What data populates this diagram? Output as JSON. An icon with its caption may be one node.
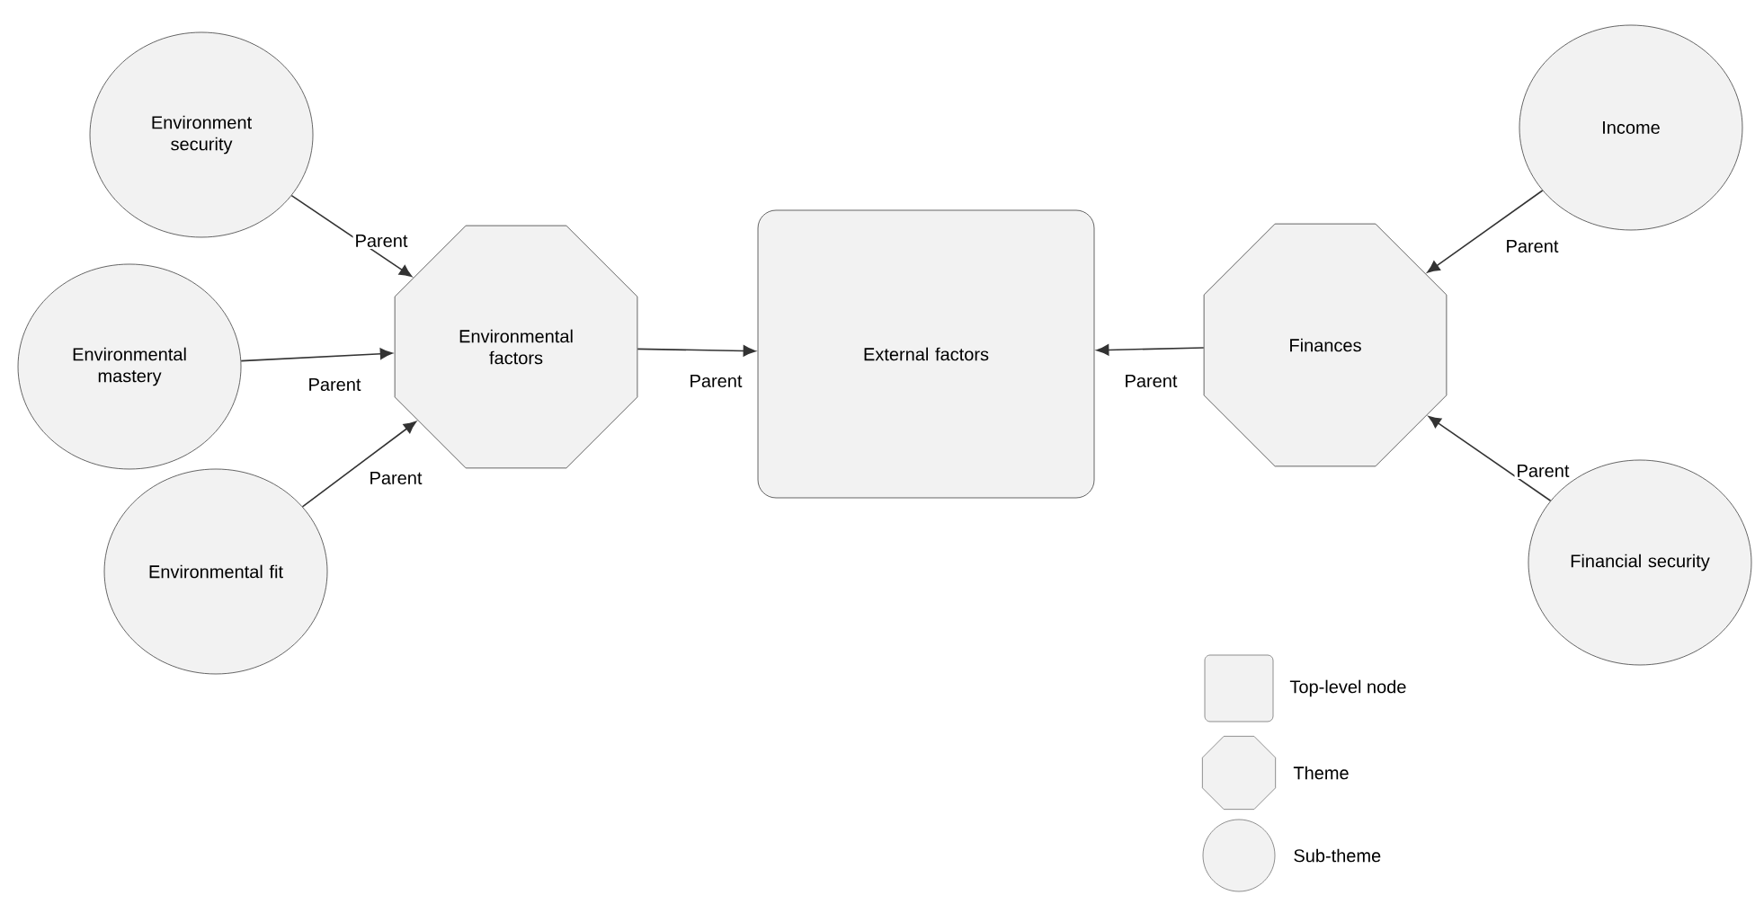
{
  "diagram": {
    "nodes": [
      {
        "text": [
          "Environment security"
        ]
      },
      {
        "text": [
          "Environmental mastery"
        ]
      },
      {
        "text": [
          "Environmental fit"
        ]
      },
      {
        "text": [
          "Environmental factors"
        ]
      },
      {
        "text": [
          "External factors"
        ]
      },
      {
        "text": [
          "Finances"
        ]
      },
      {
        "text": [
          "Income"
        ]
      },
      {
        "text": [
          "Financial security"
        ]
      }
    ],
    "edges": [
      {
        "from": 0,
        "to": 3,
        "arrow": "to",
        "label": "Parent"
      },
      {
        "from": 1,
        "to": 3,
        "arrow": "to",
        "label": "Parent"
      },
      {
        "from": 2,
        "to": 3,
        "arrow": "to",
        "label": "Parent"
      },
      {
        "from": 3,
        "to": 4,
        "arrow": "to",
        "label": "Parent"
      },
      {
        "from": 6,
        "to": 5,
        "arrow": "to",
        "label": "Parent"
      },
      {
        "from": 7,
        "to": 5,
        "arrow": "to",
        "label": "Parent"
      },
      {
        "from": 5,
        "to": 4,
        "arrow": "to",
        "label": "Parent"
      }
    ],
    "legend": [
      {
        "text": "Top-level node"
      },
      {
        "text": "Theme"
      },
      {
        "text": "Sub-theme"
      }
    ]
  }
}
